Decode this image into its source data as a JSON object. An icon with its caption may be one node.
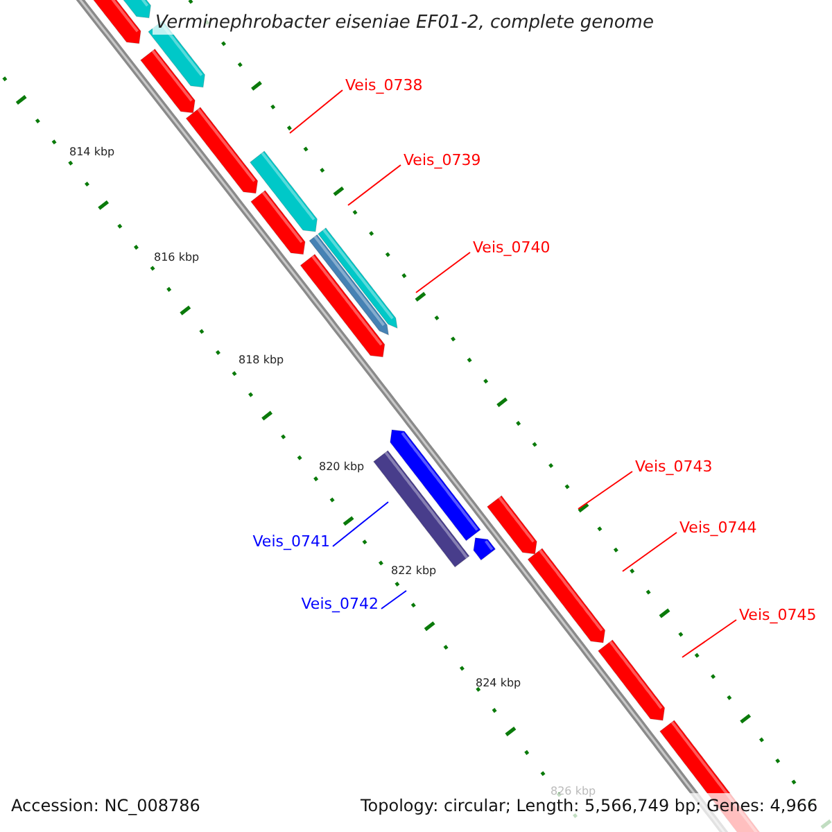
{
  "diagram": {
    "title": "Verminephrobacter eiseniae EF01-2, complete genome",
    "nodes": [
      {
        "text": [
          "Veis_0738"
        ]
      },
      {
        "text": [
          "Veis_0739"
        ]
      },
      {
        "text": [
          "Veis_0740"
        ]
      },
      {
        "text": [
          "Veis_0741"
        ]
      },
      {
        "text": [
          "Veis_0742"
        ]
      },
      {
        "text": [
          "Veis_0743"
        ]
      },
      {
        "text": [
          "Veis_0744"
        ]
      },
      {
        "text": [
          "Veis_0745"
        ]
      }
    ],
    "edges": [
      {
        "from": 0,
        "to": null,
        "arrow": "none"
      },
      {
        "from": 1,
        "to": null,
        "arrow": "none"
      },
      {
        "from": 2,
        "to": null,
        "arrow": "none"
      },
      {
        "from": 3,
        "to": null,
        "arrow": "none",
        "color": "#0000ff"
      },
      {
        "from": 4,
        "to": null,
        "arrow": "none",
        "color": "#0000ff"
      },
      {
        "from": 5,
        "to": null,
        "arrow": "none"
      },
      {
        "from": 6,
        "to": null,
        "arrow": "none"
      },
      {
        "from": 7,
        "to": null,
        "arrow": "none"
      }
    ],
    "labels": [
      "814 kbp",
      "816 kbp",
      "818 kbp",
      "820 kbp",
      "822 kbp",
      "824 kbp",
      "826 kbp",
      "Accession: NC_008786",
      "Topology: circular; Length: 5,566,749 bp; Genes: 4,966"
    ]
  }
}
